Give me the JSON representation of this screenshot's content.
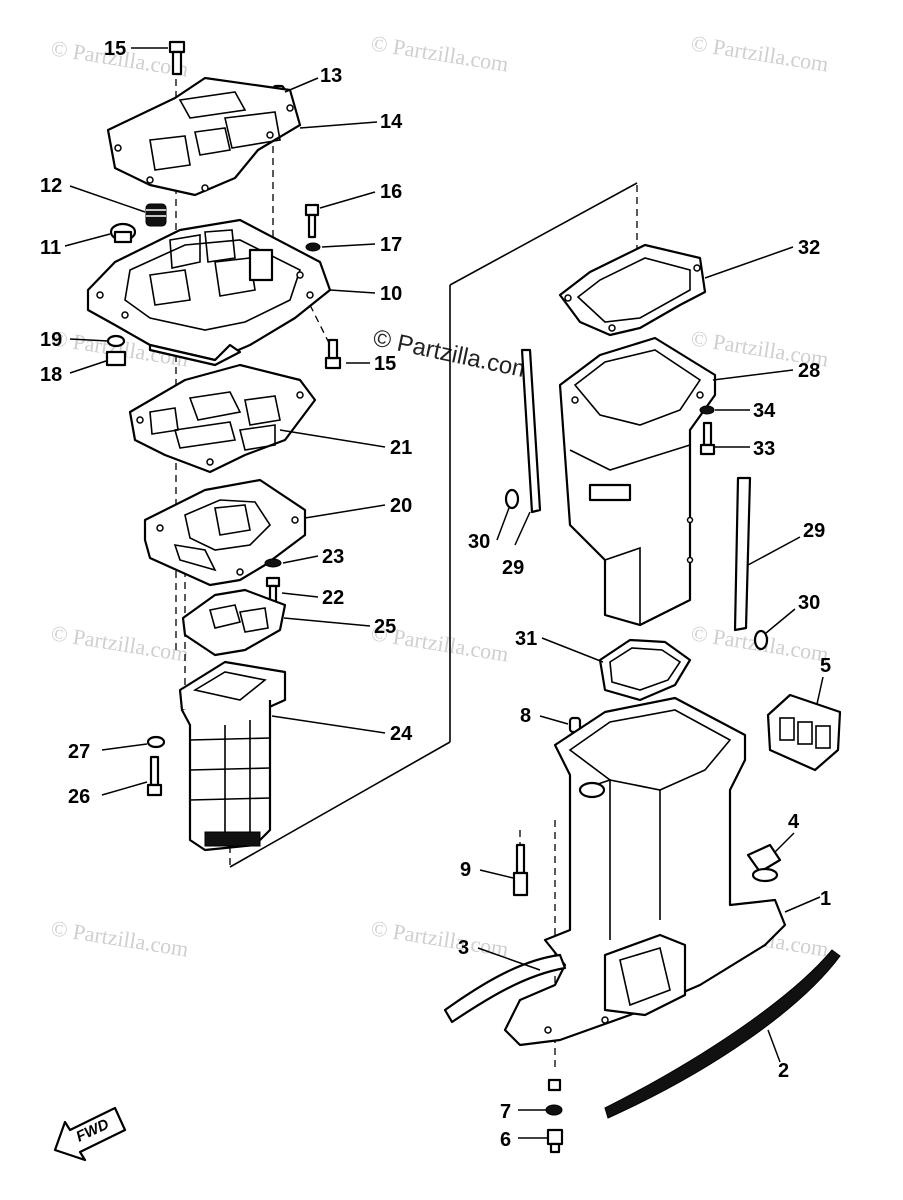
{
  "diagram": {
    "watermark_text": "© Partzilla.com",
    "center_watermark_text": "© Partzilla.com",
    "fwd_label": "FWD",
    "callouts": [
      "15",
      "13",
      "14",
      "12",
      "16",
      "17",
      "11",
      "10",
      "19",
      "18",
      "15",
      "21",
      "20",
      "23",
      "22",
      "25",
      "24",
      "27",
      "26",
      "32",
      "28",
      "34",
      "33",
      "30",
      "29",
      "29",
      "30",
      "31",
      "5",
      "8",
      "4",
      "9",
      "1",
      "3",
      "2",
      "7",
      "6"
    ]
  }
}
